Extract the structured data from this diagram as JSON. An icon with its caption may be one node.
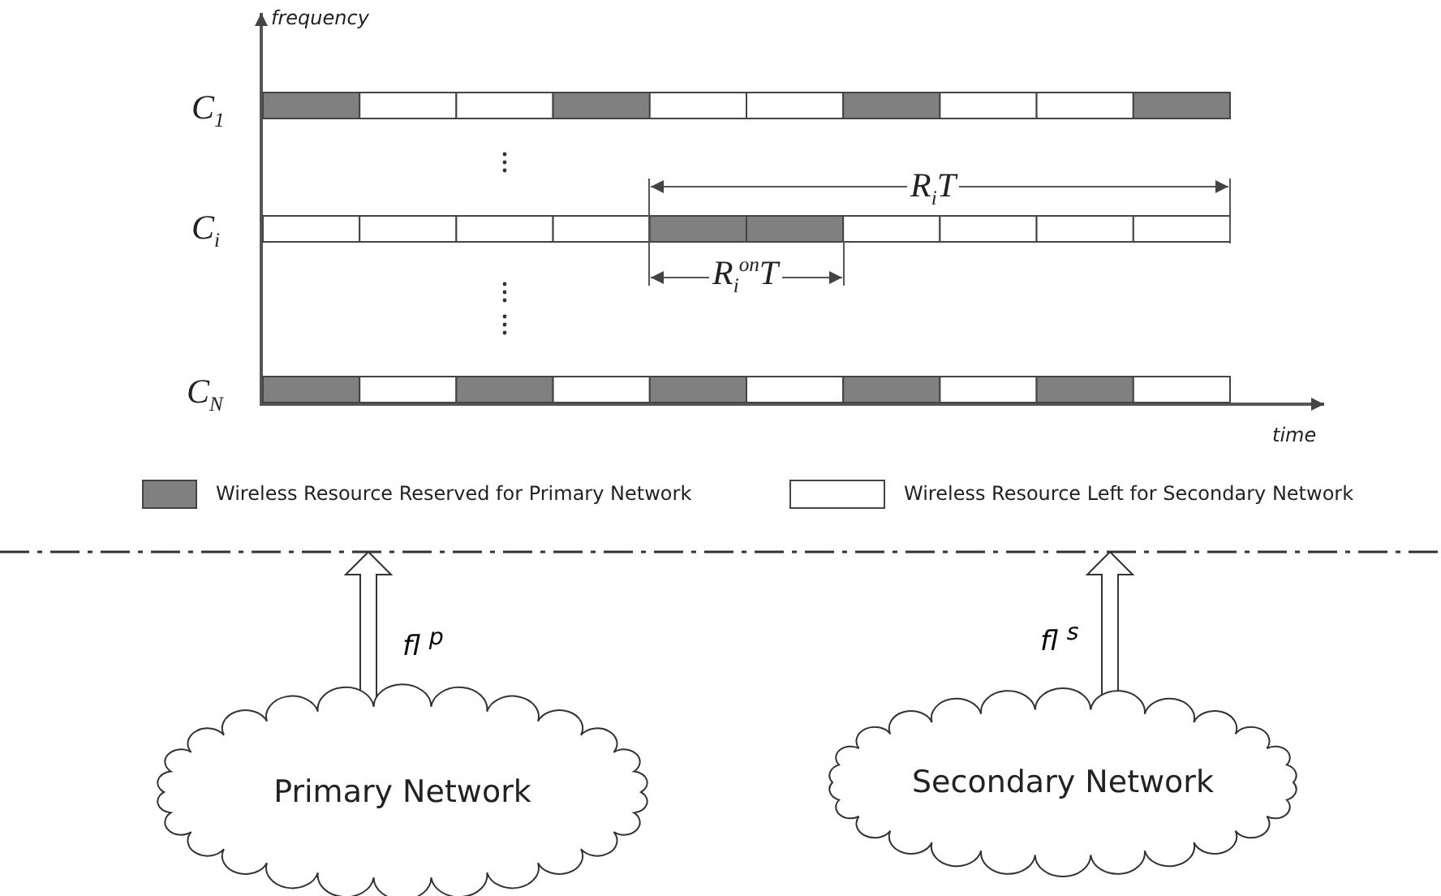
{
  "diagram": {
    "nodes": [
      {
        "text": [
          "Primary Network"
        ]
      },
      {
        "text": [
          "Secondary Network"
        ]
      }
    ],
    "edges": [
      {
        "from": 0,
        "to": null,
        "arrow": "to",
        "label": "*fl* $^{p}$"
      },
      {
        "from": 1,
        "to": null,
        "arrow": "to",
        "label": "*fl* $^{s}$"
      }
    ],
    "labels": [
      "frequency",
      "C$_{1}$",
      "C$_{i}$",
      "C$_{N}$",
      "R$_{i}$T",
      "R$_{i}$$^{on}$T",
      "time"
    ],
    "legend": [
      {
        "text": "Wireless Resource Reserved for Primary Network",
        "color": "#808080"
      },
      {
        "text": "Wireless Resource Left for Secondary Network",
        "color": "#ffffff"
      }
    ]
  }
}
